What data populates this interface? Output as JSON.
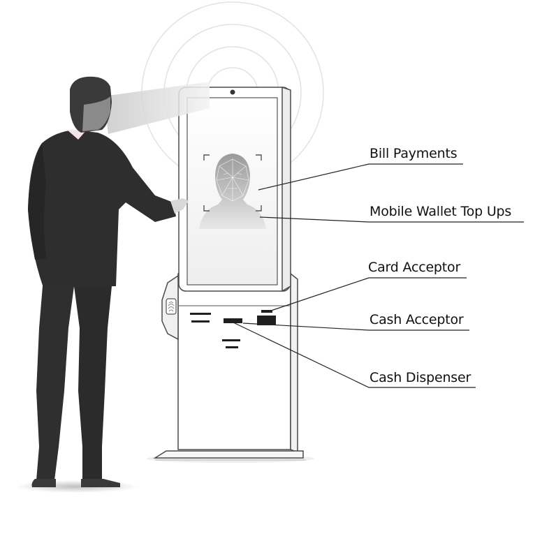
{
  "labels": {
    "bill_payments": "Bill Payments",
    "mobile_wallet": "Mobile Wallet Top Ups",
    "card_acceptor": "Card Acceptor",
    "cash_acceptor": "Cash Acceptor",
    "cash_dispenser": "Cash Dispenser"
  },
  "colors": {
    "outline": "#4a4a4a",
    "suit": "#2e2e2e",
    "slot": "#1f1f1f",
    "screen_gradient_top": "#ffffff",
    "screen_gradient_bottom": "#e6e6e6"
  },
  "icons": {
    "face_scan": "face-recognition-icon",
    "fingerprint": "fingerprint-icon",
    "camera": "camera-icon"
  }
}
